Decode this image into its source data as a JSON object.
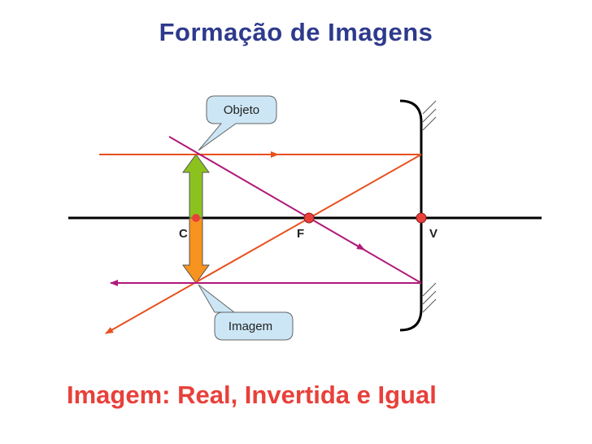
{
  "title": "Formação de Imagens",
  "caption": "Imagem: Real, Invertida e Igual",
  "labels": {
    "center": "C",
    "focus": "F",
    "vertex": "V"
  },
  "callouts": {
    "object": "Objeto",
    "image": "Imagem"
  },
  "colors": {
    "title": "#2E3A8C",
    "caption": "#E8403A",
    "ray_orange": "#E8501E",
    "ray_magenta": "#B0197A",
    "object_arrow": "#8CC21E",
    "image_arrow": "#F7931E",
    "point_fill": "#E8403A",
    "callout_fill": "#CCE6F5",
    "axis": "#000000"
  }
}
